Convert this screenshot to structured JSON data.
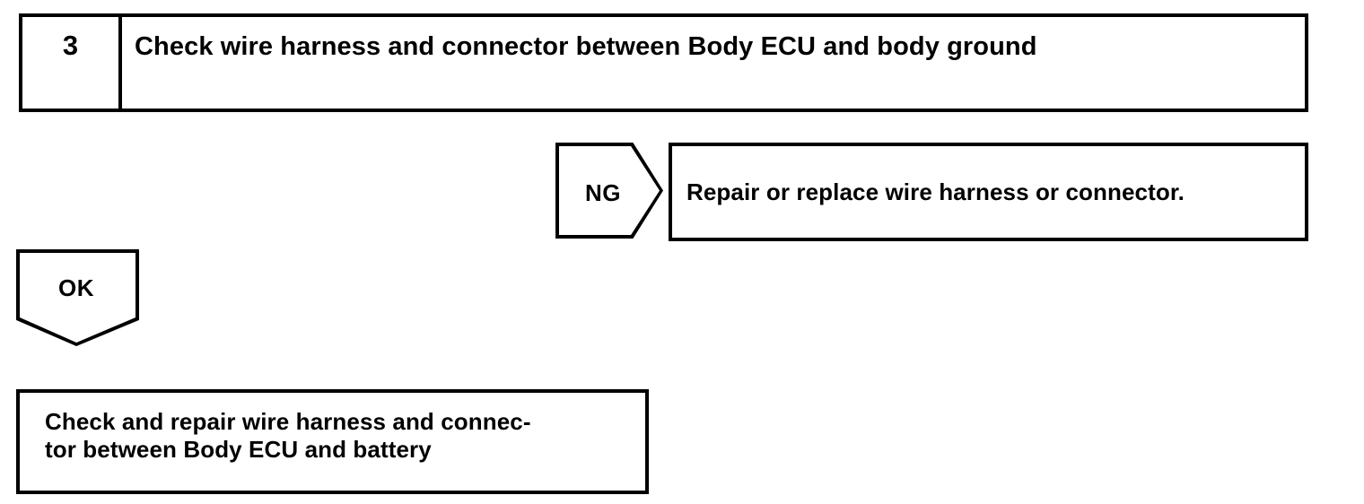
{
  "diagram": {
    "type": "troubleshooting-flowchart",
    "colors": {
      "ink": "#000000",
      "background": "#ffffff"
    },
    "step": {
      "number": "3",
      "title": "Check wire harness and connector between Body ECU and body ground"
    },
    "branches": [
      {
        "result_label": "NG",
        "shape": "pentagon-right",
        "action": "Repair or replace wire harness or connector."
      },
      {
        "result_label": "OK",
        "shape": "pentagon-down",
        "action_line1": "Check and repair wire harness and connec-",
        "action_line2": "tor between Body ECU and battery",
        "action": "Check and repair wire harness and connec-\ntor between Body ECU and battery"
      }
    ]
  }
}
